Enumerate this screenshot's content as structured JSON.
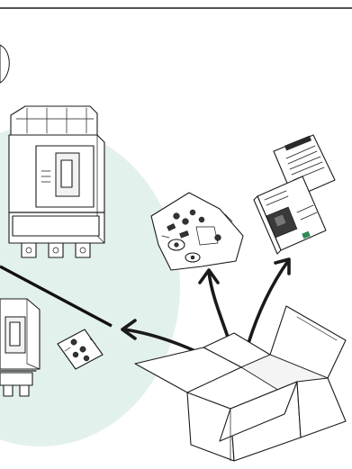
{
  "figure": {
    "background_color": "#ffffff",
    "frame_color": "#1a1a1a",
    "highlight_circle_color": "#e3f1ec"
  },
  "icons": {
    "top_frame": "frame-border-line",
    "callout": "callout-circle-fragment",
    "highlight": "highlight-circle",
    "breaker_top": "circuit-breaker",
    "breaker_bottom": "circuit-breaker-partial",
    "divider": "diagonal-divider-line",
    "loose_screws": "screw-bag",
    "hardware": "hardware-bag",
    "documents": "instruction-documents",
    "box": "open-cardboard-box",
    "arrows": [
      "arrow-to-screw-bag",
      "arrow-to-hardware-bag",
      "arrow-to-documents"
    ]
  }
}
